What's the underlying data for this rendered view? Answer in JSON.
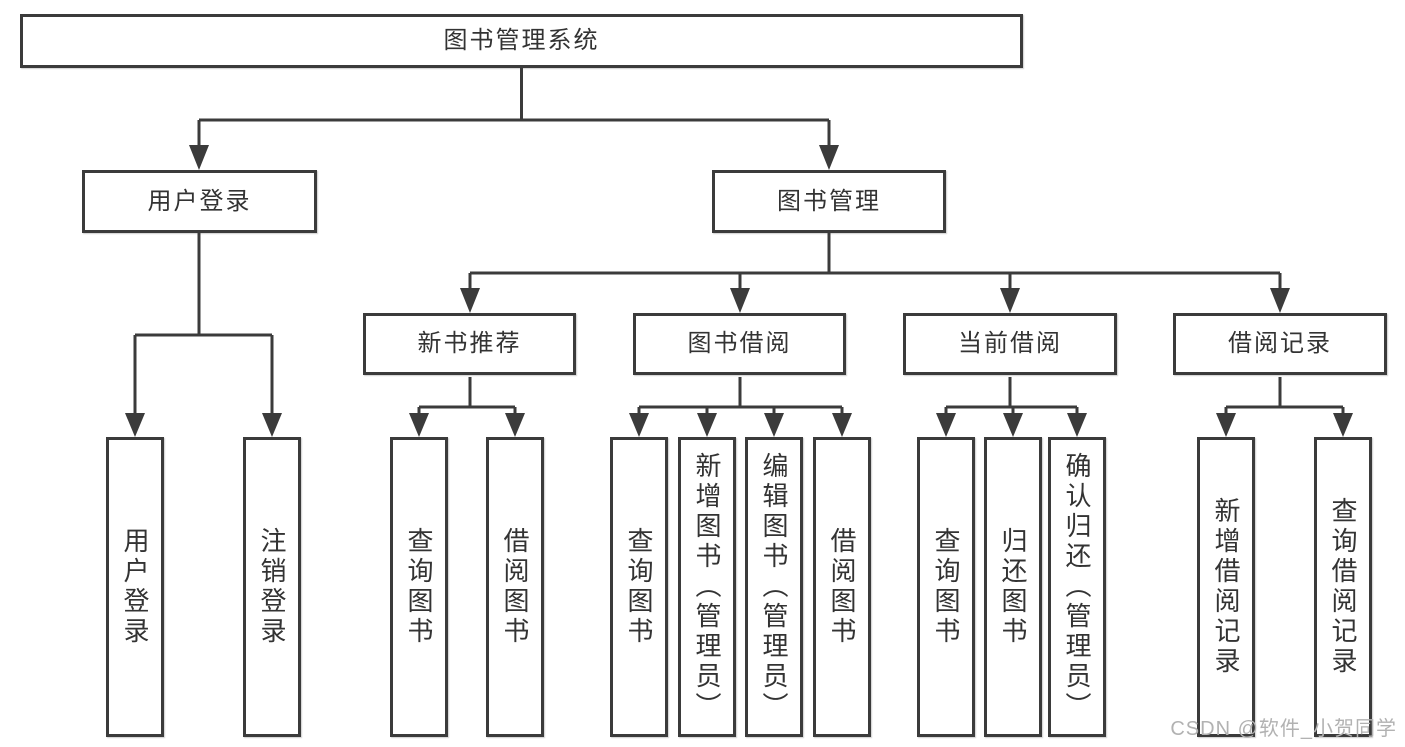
{
  "tree": {
    "root": {
      "label": "图书管理系统",
      "children": [
        {
          "label": "用户登录",
          "children": [
            {
              "label": "用户登录"
            },
            {
              "label": "注销登录"
            }
          ]
        },
        {
          "label": "图书管理",
          "children": [
            {
              "label": "新书推荐",
              "children": [
                {
                  "label": "查询图书"
                },
                {
                  "label": "借阅图书"
                }
              ]
            },
            {
              "label": "图书借阅",
              "children": [
                {
                  "label": "查询图书"
                },
                {
                  "label": "新增图书（管理员）"
                },
                {
                  "label": "编辑图书（管理员）"
                },
                {
                  "label": "借阅图书"
                }
              ]
            },
            {
              "label": "当前借阅",
              "children": [
                {
                  "label": "查询图书"
                },
                {
                  "label": "归还图书"
                },
                {
                  "label": "确认归还（管理员）"
                }
              ]
            },
            {
              "label": "借阅记录",
              "children": [
                {
                  "label": "新增借阅记录"
                },
                {
                  "label": "查询借阅记录"
                }
              ]
            }
          ]
        }
      ]
    }
  },
  "watermark": {
    "text": "CSDN @软件_小贺同学"
  },
  "colors": {
    "line": "#3b3b3b",
    "box_border": "#3b3b3b",
    "text": "#333333",
    "background": "#ffffff",
    "watermark": "#b2b2b2"
  }
}
